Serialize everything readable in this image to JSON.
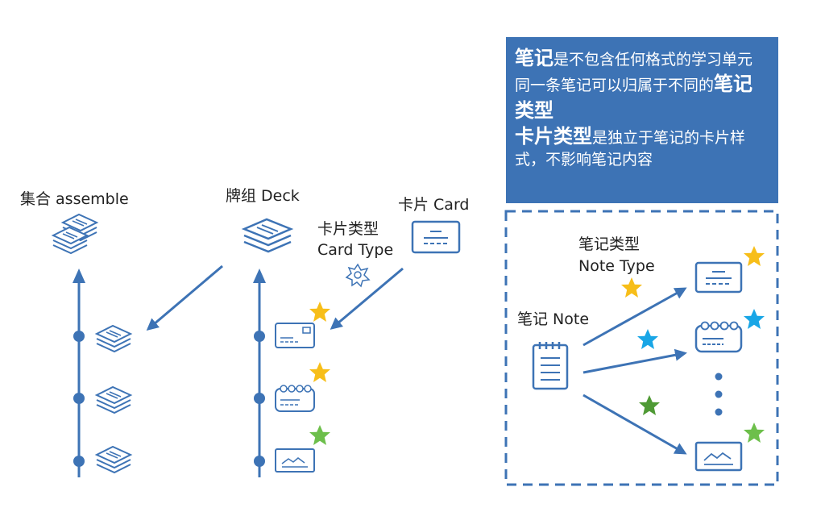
{
  "colors": {
    "accent": "#3d73b5",
    "star_gold": "#f7be19",
    "star_blue": "#19a6e6",
    "star_green": "#6dbf4b",
    "star_dark_green": "#4f9a35"
  },
  "labels": {
    "assemble": "集合 assemble",
    "deck": "牌组 Deck",
    "card": "卡片 Card",
    "card_type_line1": "卡片类型",
    "card_type_line2": "Card Type",
    "note_type_line1": "笔记类型",
    "note_type_line2": "Note Type",
    "note": "笔记 Note"
  },
  "info": {
    "p1_bold": "笔记",
    "p1_text": "是不包含任何格式的学习单元",
    "p2_text": "同一条笔记可以归属于不同的",
    "p2_bold": "笔记类型",
    "p3_bold": "卡片类型",
    "p3_text": "是独立于笔记的卡片样式，不影响笔记内容"
  },
  "icons": [
    "deck-stack-icon",
    "cards-icon",
    "card-icon",
    "gear-badge-icon",
    "card-front-icon",
    "card-dotted-icon",
    "card-wave-icon",
    "notebook-icon",
    "star-icon",
    "ellipsis-dots-icon"
  ]
}
